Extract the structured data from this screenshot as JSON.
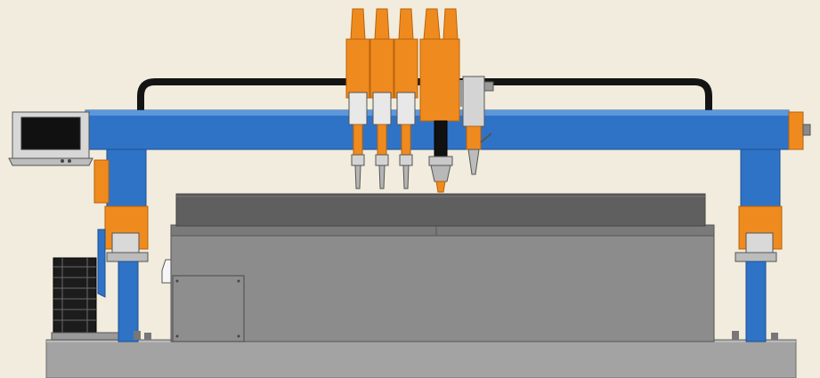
{
  "image": {
    "subject": "cnc-gantry-cutting-machine",
    "torch_count": 3,
    "plasma_torch_count": 1,
    "has_operator_console": true,
    "colors": {
      "background": "#f1ecdd",
      "gantry_blue": "#2f73c6",
      "gantry_blue_dark": "#1d4f93",
      "torch_orange": "#ef8b1e",
      "torch_orange_dark": "#b8620c",
      "table_gray": "#8c8c8c",
      "table_dark": "#5f5f5f",
      "base_gray": "#a3a3a3",
      "cable_black": "#141414",
      "steel_silver": "#c9c9c9"
    }
  }
}
